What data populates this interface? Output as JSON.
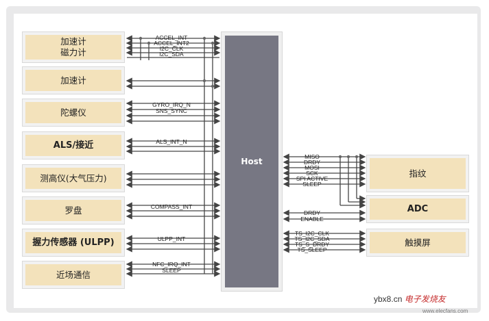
{
  "host": {
    "label": "Host"
  },
  "left_blocks": [
    {
      "label": "加速计\n磁力计",
      "signals": [
        "ACCEL_INT",
        "ACCEL_INT2",
        "I2C_CLK",
        "I2C_SDA"
      ]
    },
    {
      "label": "加速计",
      "signals": []
    },
    {
      "label": "陀螺仪",
      "signals": [
        "GYRO_IRQ_N",
        "SNS_SYNC"
      ]
    },
    {
      "label": "ALS/接近",
      "signals": [
        "ALS_INT_N"
      ]
    },
    {
      "label": "测高仪(大气压力)",
      "signals": []
    },
    {
      "label": "罗盘",
      "signals": [
        "COMPASS_INT"
      ]
    },
    {
      "label": "握力传感器 (ULPP)",
      "signals": [
        "ULPP_INT"
      ]
    },
    {
      "label": "近场通信",
      "signals": [
        "NFC_IRQ_INT",
        "SLEEP"
      ]
    }
  ],
  "right_blocks": [
    {
      "label": "指纹",
      "signals": [
        "MISO",
        "DRDY",
        "MOSI",
        "SCK",
        "SPI ACTIVE",
        "SLEEP"
      ]
    },
    {
      "label": "ADC",
      "signals": [
        "DRDY",
        "ENABLE"
      ]
    },
    {
      "label": "触摸屏",
      "signals": [
        "TS_I2C_CLK",
        "TS_I2C_SDA",
        "TS_S_DRDY",
        "TS_SLEEP"
      ]
    }
  ],
  "watermark": {
    "site": "ybx8",
    "suffix": ".cn",
    "brand": "电子发烧友",
    "url": "www.elecfans.com"
  },
  "colors": {
    "block_fill": "#f3e2bb",
    "host_fill": "#777783",
    "wire": "#444444",
    "frame": "#e9e9ea"
  }
}
